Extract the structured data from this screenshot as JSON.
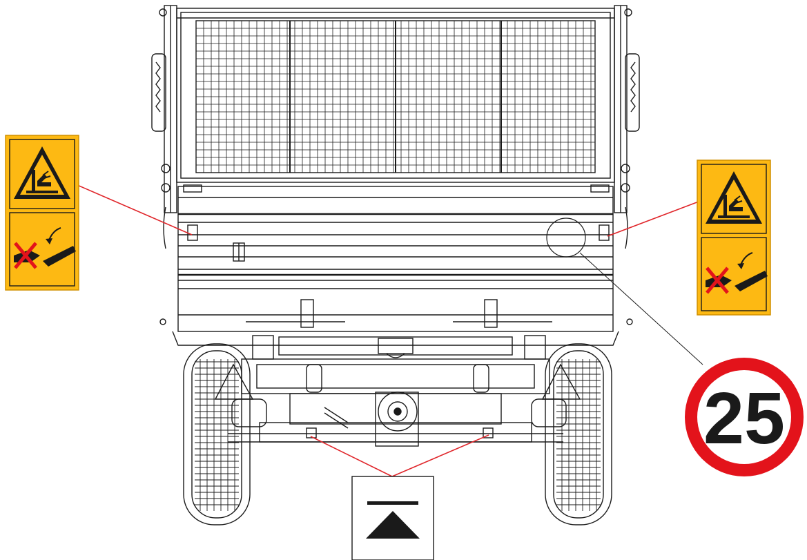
{
  "diagram": {
    "speed_limit_sign": {
      "value": "25",
      "ring_color": "#e3131b",
      "text_color": "#1a1a1a"
    },
    "warning_labels": [
      {
        "id": "left",
        "pictograms": [
          "crush-hazard-triangle-icon",
          "do-not-reach-hand-icon"
        ]
      },
      {
        "id": "right",
        "pictograms": [
          "crush-hazard-triangle-icon",
          "do-not-reach-hand-icon"
        ]
      }
    ],
    "jack_point_label": {
      "pictogram": "lifting-point-triangle-icon"
    },
    "colors": {
      "label_yellow": "#fdb913",
      "label_border": "#d09000",
      "leader_line": "#e0252a",
      "line_art": "#1a1a1a",
      "cross_red": "#e3131b"
    }
  }
}
